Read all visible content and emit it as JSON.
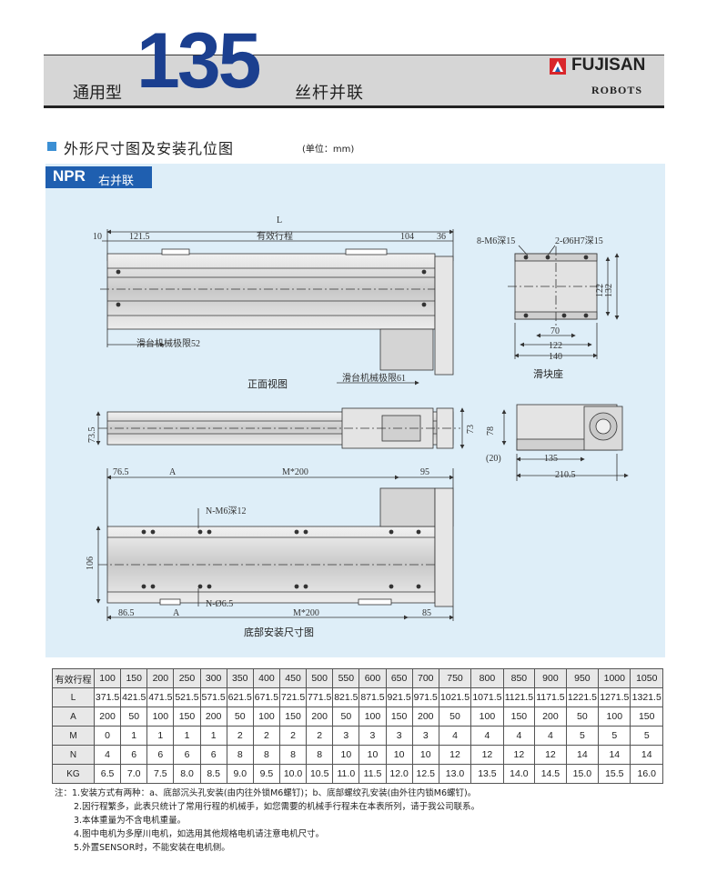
{
  "header": {
    "series_number": "135",
    "prefix": "通用型",
    "suffix": "丝杆并联",
    "brand": "FUJISAN",
    "brand_sub": "ROBOTS"
  },
  "section": {
    "title": "外形尺寸图及安装孔位图",
    "unit": "(单位：mm)"
  },
  "model": {
    "code": "NPR",
    "name": "右并联"
  },
  "drawing": {
    "front": {
      "caption": "正面视图",
      "dim_L": "L",
      "dim_10": "10",
      "dim_121_5": "121.5",
      "dim_stroke": "有效行程",
      "dim_104": "104",
      "dim_36": "36",
      "limit_52": "滑台机械极限52",
      "limit_61": "滑台机械极限61"
    },
    "slider": {
      "caption": "滑块座",
      "m6": "8-M6深15",
      "pin": "2-Ø6H7深15",
      "dim_122_v": "122",
      "dim_132_v": "132",
      "dim_70": "70",
      "dim_122_h": "122",
      "dim_140": "140"
    },
    "top": {
      "dim_73_5": "73.5",
      "dim_73": "73"
    },
    "side": {
      "dim_78": "78",
      "dim_20": "(20)",
      "dim_135": "135",
      "dim_210_5": "210.5"
    },
    "bottom": {
      "caption": "底部安装尺寸图",
      "dim_76_5": "76.5",
      "dim_A_top": "A",
      "dim_M200_top": "M*200",
      "dim_95": "95",
      "hole_m6": "N-M6深12",
      "dim_106": "106",
      "hole_phi": "N-Ø6.5",
      "dim_86_5": "86.5",
      "dim_A_bottom": "A",
      "dim_M200_bottom": "M*200",
      "dim_85": "85"
    }
  },
  "table": {
    "rows": [
      {
        "label": "有效行程",
        "values": [
          "100",
          "150",
          "200",
          "250",
          "300",
          "350",
          "400",
          "450",
          "500",
          "550",
          "600",
          "650",
          "700",
          "750",
          "800",
          "850",
          "900",
          "950",
          "1000",
          "1050"
        ]
      },
      {
        "label": "L",
        "values": [
          "371.5",
          "421.5",
          "471.5",
          "521.5",
          "571.5",
          "621.5",
          "671.5",
          "721.5",
          "771.5",
          "821.5",
          "871.5",
          "921.5",
          "971.5",
          "1021.5",
          "1071.5",
          "1121.5",
          "1171.5",
          "1221.5",
          "1271.5",
          "1321.5"
        ]
      },
      {
        "label": "A",
        "values": [
          "200",
          "50",
          "100",
          "150",
          "200",
          "50",
          "100",
          "150",
          "200",
          "50",
          "100",
          "150",
          "200",
          "50",
          "100",
          "150",
          "200",
          "50",
          "100",
          "150"
        ]
      },
      {
        "label": "M",
        "values": [
          "0",
          "1",
          "1",
          "1",
          "1",
          "2",
          "2",
          "2",
          "2",
          "3",
          "3",
          "3",
          "3",
          "4",
          "4",
          "4",
          "4",
          "5",
          "5",
          "5"
        ]
      },
      {
        "label": "N",
        "values": [
          "4",
          "6",
          "6",
          "6",
          "6",
          "8",
          "8",
          "8",
          "8",
          "10",
          "10",
          "10",
          "10",
          "12",
          "12",
          "12",
          "12",
          "14",
          "14",
          "14"
        ]
      },
      {
        "label": "KG",
        "values": [
          "6.5",
          "7.0",
          "7.5",
          "8.0",
          "8.5",
          "9.0",
          "9.5",
          "10.0",
          "10.5",
          "11.0",
          "11.5",
          "12.0",
          "12.5",
          "13.0",
          "13.5",
          "14.0",
          "14.5",
          "15.0",
          "15.5",
          "16.0"
        ]
      }
    ]
  },
  "notes": [
    "注：1.安装方式有两种：a、底部沉头孔安装(由内往外锁M6螺钉)；b、底部螺纹孔安装(由外往内锁M6螺钉)。",
    "2.因行程繁多，此表只统计了常用行程的机械手，如您需要的机械手行程未在本表所列，请于我公司联系。",
    "3.本体重量为不含电机重量。",
    "4.图中电机为多摩川电机，如选用其他规格电机请注意电机尺寸。",
    "5.外置SENSOR时，不能安装在电机侧。"
  ]
}
